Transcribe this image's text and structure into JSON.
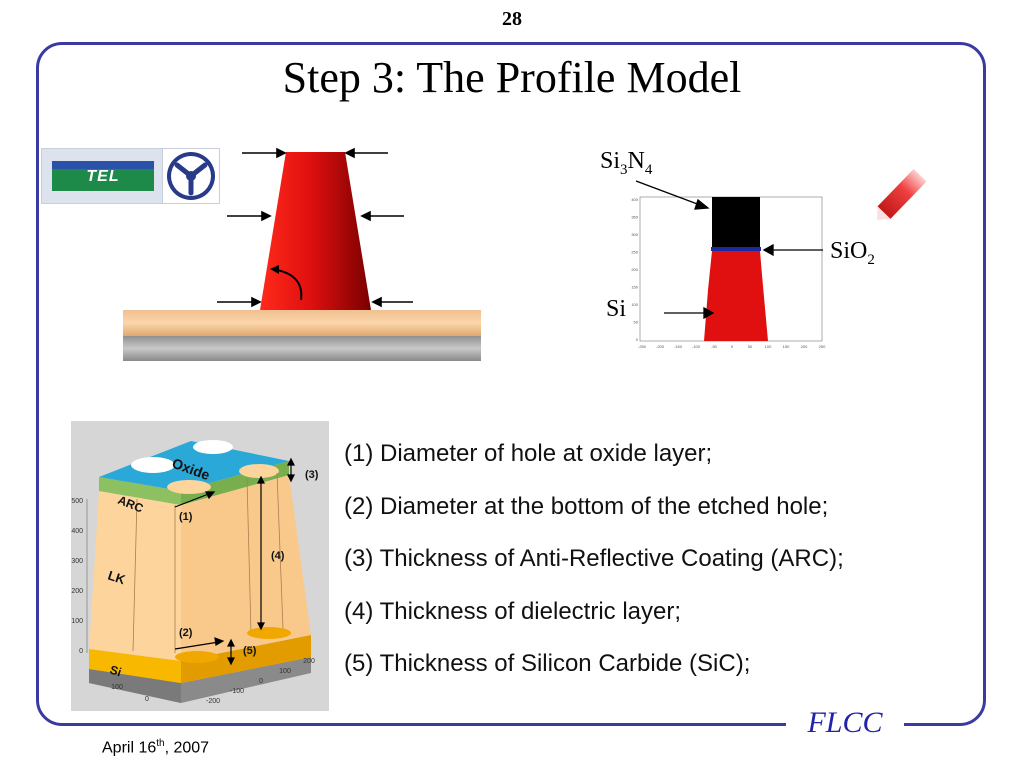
{
  "slide": {
    "page_number": "28",
    "title": "Step 3: The Profile Model",
    "footer_brand": "FLCC",
    "date_day": "April 16",
    "date_suffix": "th",
    "date_year": ", 2007"
  },
  "logos": {
    "left": "TEL"
  },
  "profile_plot": {
    "labels": {
      "si3n4_base": "Si",
      "si3n4_sub1": "3",
      "si3n4_mid": "N",
      "si3n4_sub2": "4",
      "sio2_base": "SiO",
      "sio2_sub": "2",
      "si": "Si"
    },
    "y_ticks": [
      "400",
      "350",
      "300",
      "250",
      "200",
      "150",
      "100",
      "50",
      "0"
    ],
    "x_ticks": [
      "-250",
      "-200",
      "-150",
      "-100",
      "-50",
      "0",
      "50",
      "100",
      "150",
      "200",
      "250"
    ]
  },
  "diagram_3d": {
    "labels": {
      "oxide": "Oxide",
      "arc": "ARC",
      "lk": "LK",
      "si": "Si",
      "m1": "(1)",
      "m2": "(2)",
      "m3": "(3)",
      "m4": "(4)",
      "m5": "(5)"
    },
    "z_ticks": [
      "500",
      "400",
      "300",
      "200",
      "100",
      "0"
    ],
    "axis_ticks_right": [
      "200",
      "100",
      "0",
      "-100",
      "-200"
    ],
    "axis_ticks_left": [
      "100",
      "0"
    ]
  },
  "parameters": [
    "(1) Diameter of hole at oxide layer;",
    "(2) Diameter at the bottom of the etched hole;",
    "(3) Thickness of Anti-Reflective Coating (ARC);",
    "(4) Thickness of dielectric layer;",
    "(5) Thickness of Silicon Carbide (SiC);"
  ],
  "colors": {
    "frame": "#3a3aa0",
    "profile_red": "#e01010",
    "nitride_black": "#000000",
    "oxide_blue": "#1a2aa0",
    "layer_blue": "#2aa8d8",
    "arc_green": "#8cc060",
    "lk_peach": "#fcd49c",
    "sic_orange": "#f8b000",
    "si_gray": "#8a8a8a"
  }
}
